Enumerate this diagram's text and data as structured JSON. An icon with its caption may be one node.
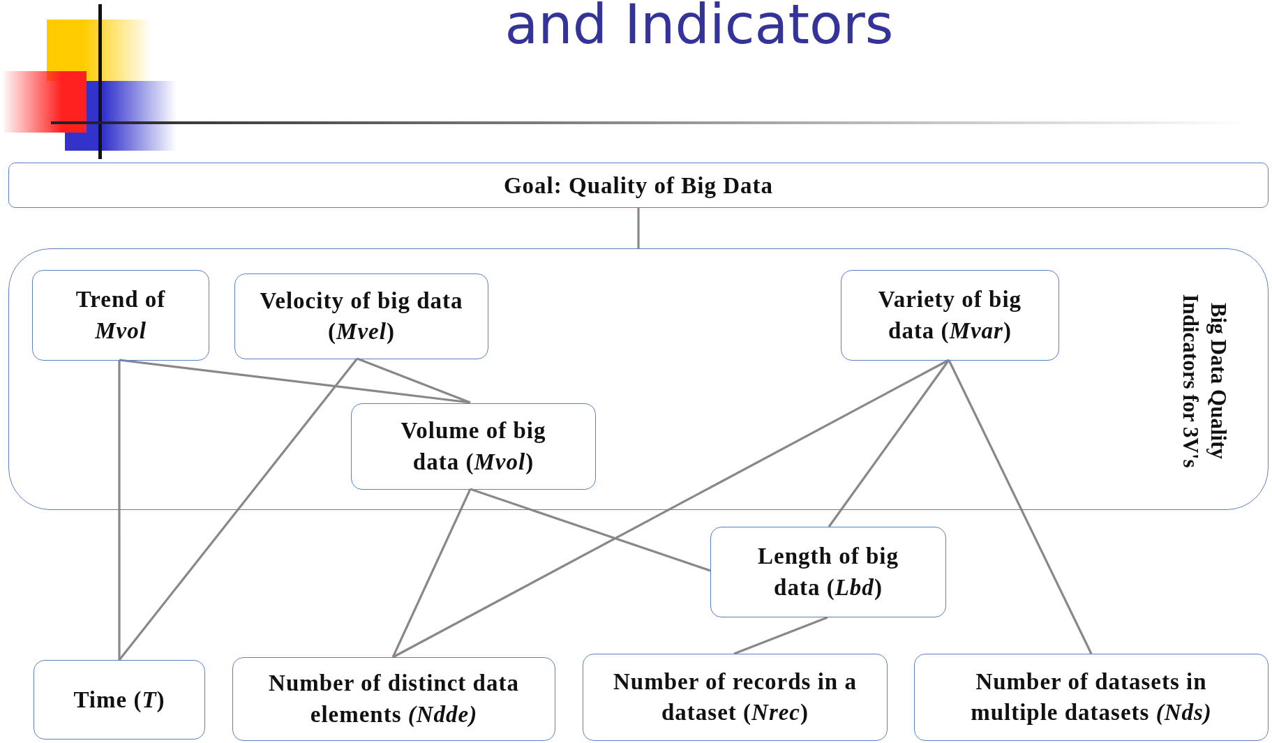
{
  "diagram": {
    "title": "and Indicators",
    "nodes": [
      {
        "text": [
          "Goal: Quality of Big Data"
        ]
      },
      {
        "text": [
          "Big Data Quality Indicators for 3V's"
        ]
      },
      {
        "text": [
          "Trend of *Mvol*"
        ],
        "in": 1
      },
      {
        "text": [
          "Velocity of big data (*Mvel*)"
        ],
        "in": 1
      },
      {
        "text": [
          "Variety of big data (*Mvar*)"
        ],
        "in": 1
      },
      {
        "text": [
          "Volume of big data (*Mvol*)"
        ],
        "in": 1
      },
      {
        "text": [
          "Length of big data (*Lbd*)"
        ]
      },
      {
        "text": [
          "Time (*T*)"
        ]
      },
      {
        "text": [
          "Number of distinct data elements *(Ndde)*"
        ]
      },
      {
        "text": [
          "Number of records in a dataset (*Nrec*)"
        ]
      },
      {
        "text": [
          "Number of datasets in multiple datasets *(Nds)*"
        ]
      }
    ],
    "edges": [
      {
        "from": 0,
        "to": 1,
        "arrow": "none"
      },
      {
        "from": 2,
        "to": 5,
        "arrow": "none"
      },
      {
        "from": 3,
        "to": 5,
        "arrow": "none"
      },
      {
        "from": 2,
        "to": 7,
        "arrow": "none"
      },
      {
        "from": 3,
        "to": 7,
        "arrow": "none"
      },
      {
        "from": 5,
        "to": 8,
        "arrow": "none"
      },
      {
        "from": 5,
        "to": 6,
        "arrow": "none"
      },
      {
        "from": 4,
        "to": 8,
        "arrow": "none"
      },
      {
        "from": 4,
        "to": 6,
        "arrow": "none"
      },
      {
        "from": 4,
        "to": 10,
        "arrow": "none"
      },
      {
        "from": 6,
        "to": 9,
        "arrow": "none"
      }
    ]
  }
}
